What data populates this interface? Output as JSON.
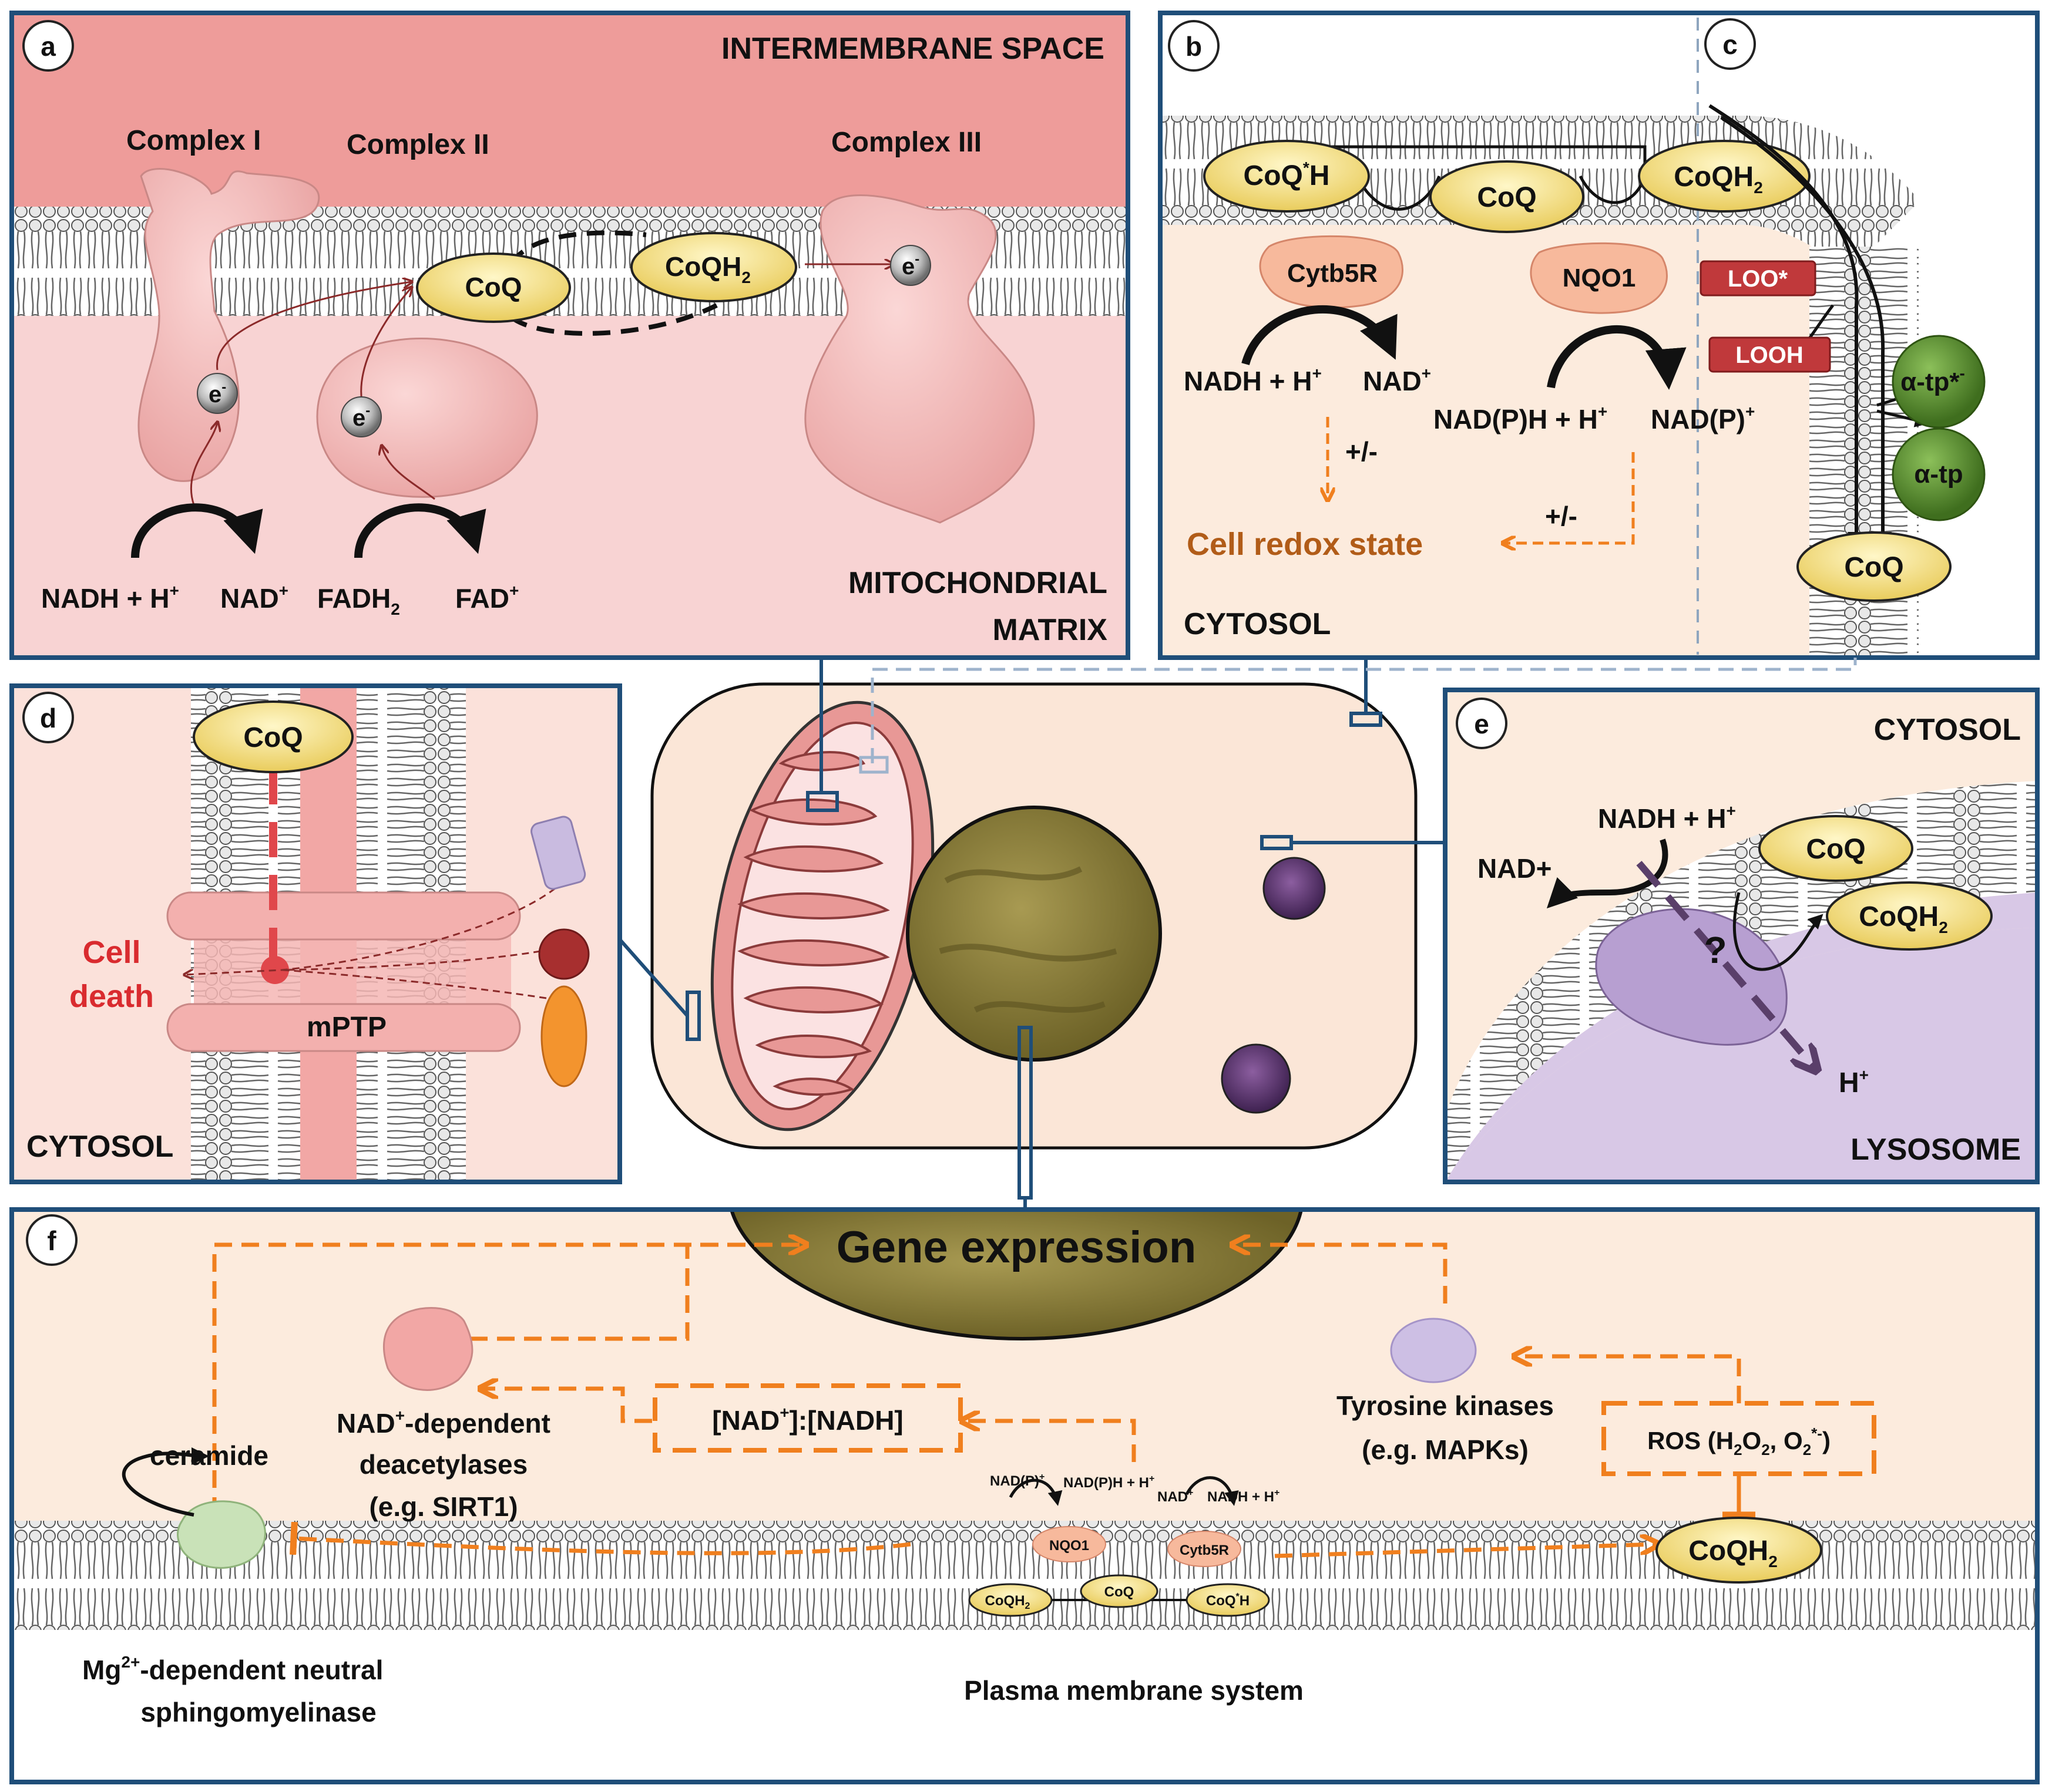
{
  "panels": {
    "a": {
      "letter": "a",
      "intermembrane_space": "INTERMEMBRANE SPACE",
      "matrix_line1": "MITOCHONDRIAL",
      "matrix_line2": "MATRIX",
      "complex1": "Complex I",
      "complex2": "Complex II",
      "complex3": "Complex III",
      "coq": "CoQ",
      "coqh2": "CoQH",
      "coqh2_sub": "2",
      "electron": "e",
      "electron_sup": "-",
      "nadh": "NADH + H",
      "nadh_sup": "+",
      "nad": "NAD",
      "nad_sup": "+",
      "fadh": "FADH",
      "fadh_sub": "2",
      "fad": "FAD",
      "fad_sup": "+"
    },
    "b": {
      "letter": "b",
      "coq_radical": "CoQ",
      "coq_radical_sup": "*",
      "coq_radical_end": "H",
      "coq": "CoQ",
      "coqh2": "CoQH",
      "coqh2_sub": "2",
      "cytb5r": "Cytb5R",
      "nqo1": "NQO1",
      "nadh": "NADH + H",
      "nadh_sup": "+",
      "nad": "NAD",
      "nad_sup": "+",
      "nadph": "NAD(P)H + H",
      "nadph_sup": "+",
      "nadp": "NAD(P)",
      "nadp_sup": "+",
      "plusminus": "+/-",
      "redox": "Cell redox state",
      "cytosol": "CYTOSOL"
    },
    "c": {
      "letter": "c",
      "loo": "LOO*",
      "looh": "LOOH",
      "atp_radical": "α-tp*",
      "atp_radical_sup": "-",
      "atp": "α-tp",
      "coq": "CoQ"
    },
    "d": {
      "letter": "d",
      "coq": "CoQ",
      "cell": "Cell",
      "death": "death",
      "mptp": "mPTP",
      "cytosol": "CYTOSOL"
    },
    "e": {
      "letter": "e",
      "cytosol": "CYTOSOL",
      "nadh": "NADH + H",
      "nadh_sup": "+",
      "nad": "NAD+",
      "coq": "CoQ",
      "coqh2": "CoQH",
      "coqh2_sub": "2",
      "question": "?",
      "h": "H",
      "h_sup": "+",
      "lysosome": "LYSOSOME"
    },
    "f": {
      "letter": "f",
      "gene_expression": "Gene expression",
      "ceramide": "ceramide",
      "deacetylases_l1": "NAD",
      "deacetylases_l1_sup": "+",
      "deacetylases_l1_end": "-dependent",
      "deacetylases_l2": "deacetylases",
      "deacetylases_l3": "(e.g. SIRT1)",
      "ratio": "[NAD",
      "ratio_sup1": "+",
      "ratio_mid": "]:[NADH]",
      "tyrosine_l1": "Tyrosine kinases",
      "tyrosine_l2": "(e.g. MAPKs)",
      "ros": "ROS (H",
      "ros_sub1": "2",
      "ros_mid": "O",
      "ros_sub2": "2",
      "ros_mid2": ", O",
      "ros_sub3": "2",
      "ros_sup": "*-",
      "ros_end": ")",
      "coqh2": "CoQH",
      "coqh2_sub": "2",
      "small_nadp": "NAD(P)",
      "small_nadp_sup": "+",
      "small_nadph": "NAD(P)H + H",
      "small_nadph_sup": "+",
      "small_nad": "NAD",
      "small_nad_sup": "+",
      "small_nadh": "NADH + H",
      "small_nadh_sup": "+",
      "small_nqo1": "NQO1",
      "small_cytb5r": "Cytb5R",
      "small_coqh2": "CoQH",
      "small_coqh2_sub": "2",
      "small_coq": "CoQ",
      "small_coqrad": "CoQ",
      "small_coqrad_sup": "*",
      "small_coqrad_end": "H",
      "smase_l1": "Mg",
      "smase_l1_sup": "2+",
      "smase_l1_end": "-dependent neutral",
      "smase_l2": "sphingomyelinase",
      "plasma": "Plasma membrane system"
    }
  },
  "colors": {
    "panel_border": "#1f4e79",
    "ims": "#ee9c9a",
    "matrix": "#f7cfcf",
    "cytosol": "#fcebdd",
    "protein_pink": "#f2b8b6",
    "ubiquinone": "#f6e08a",
    "orange_arrow": "#f07f1e",
    "lysosome": "#c8b4db",
    "red_box": "#c0393b",
    "green": "#5c8f2c",
    "dark_purple": "#5a3f6a"
  }
}
